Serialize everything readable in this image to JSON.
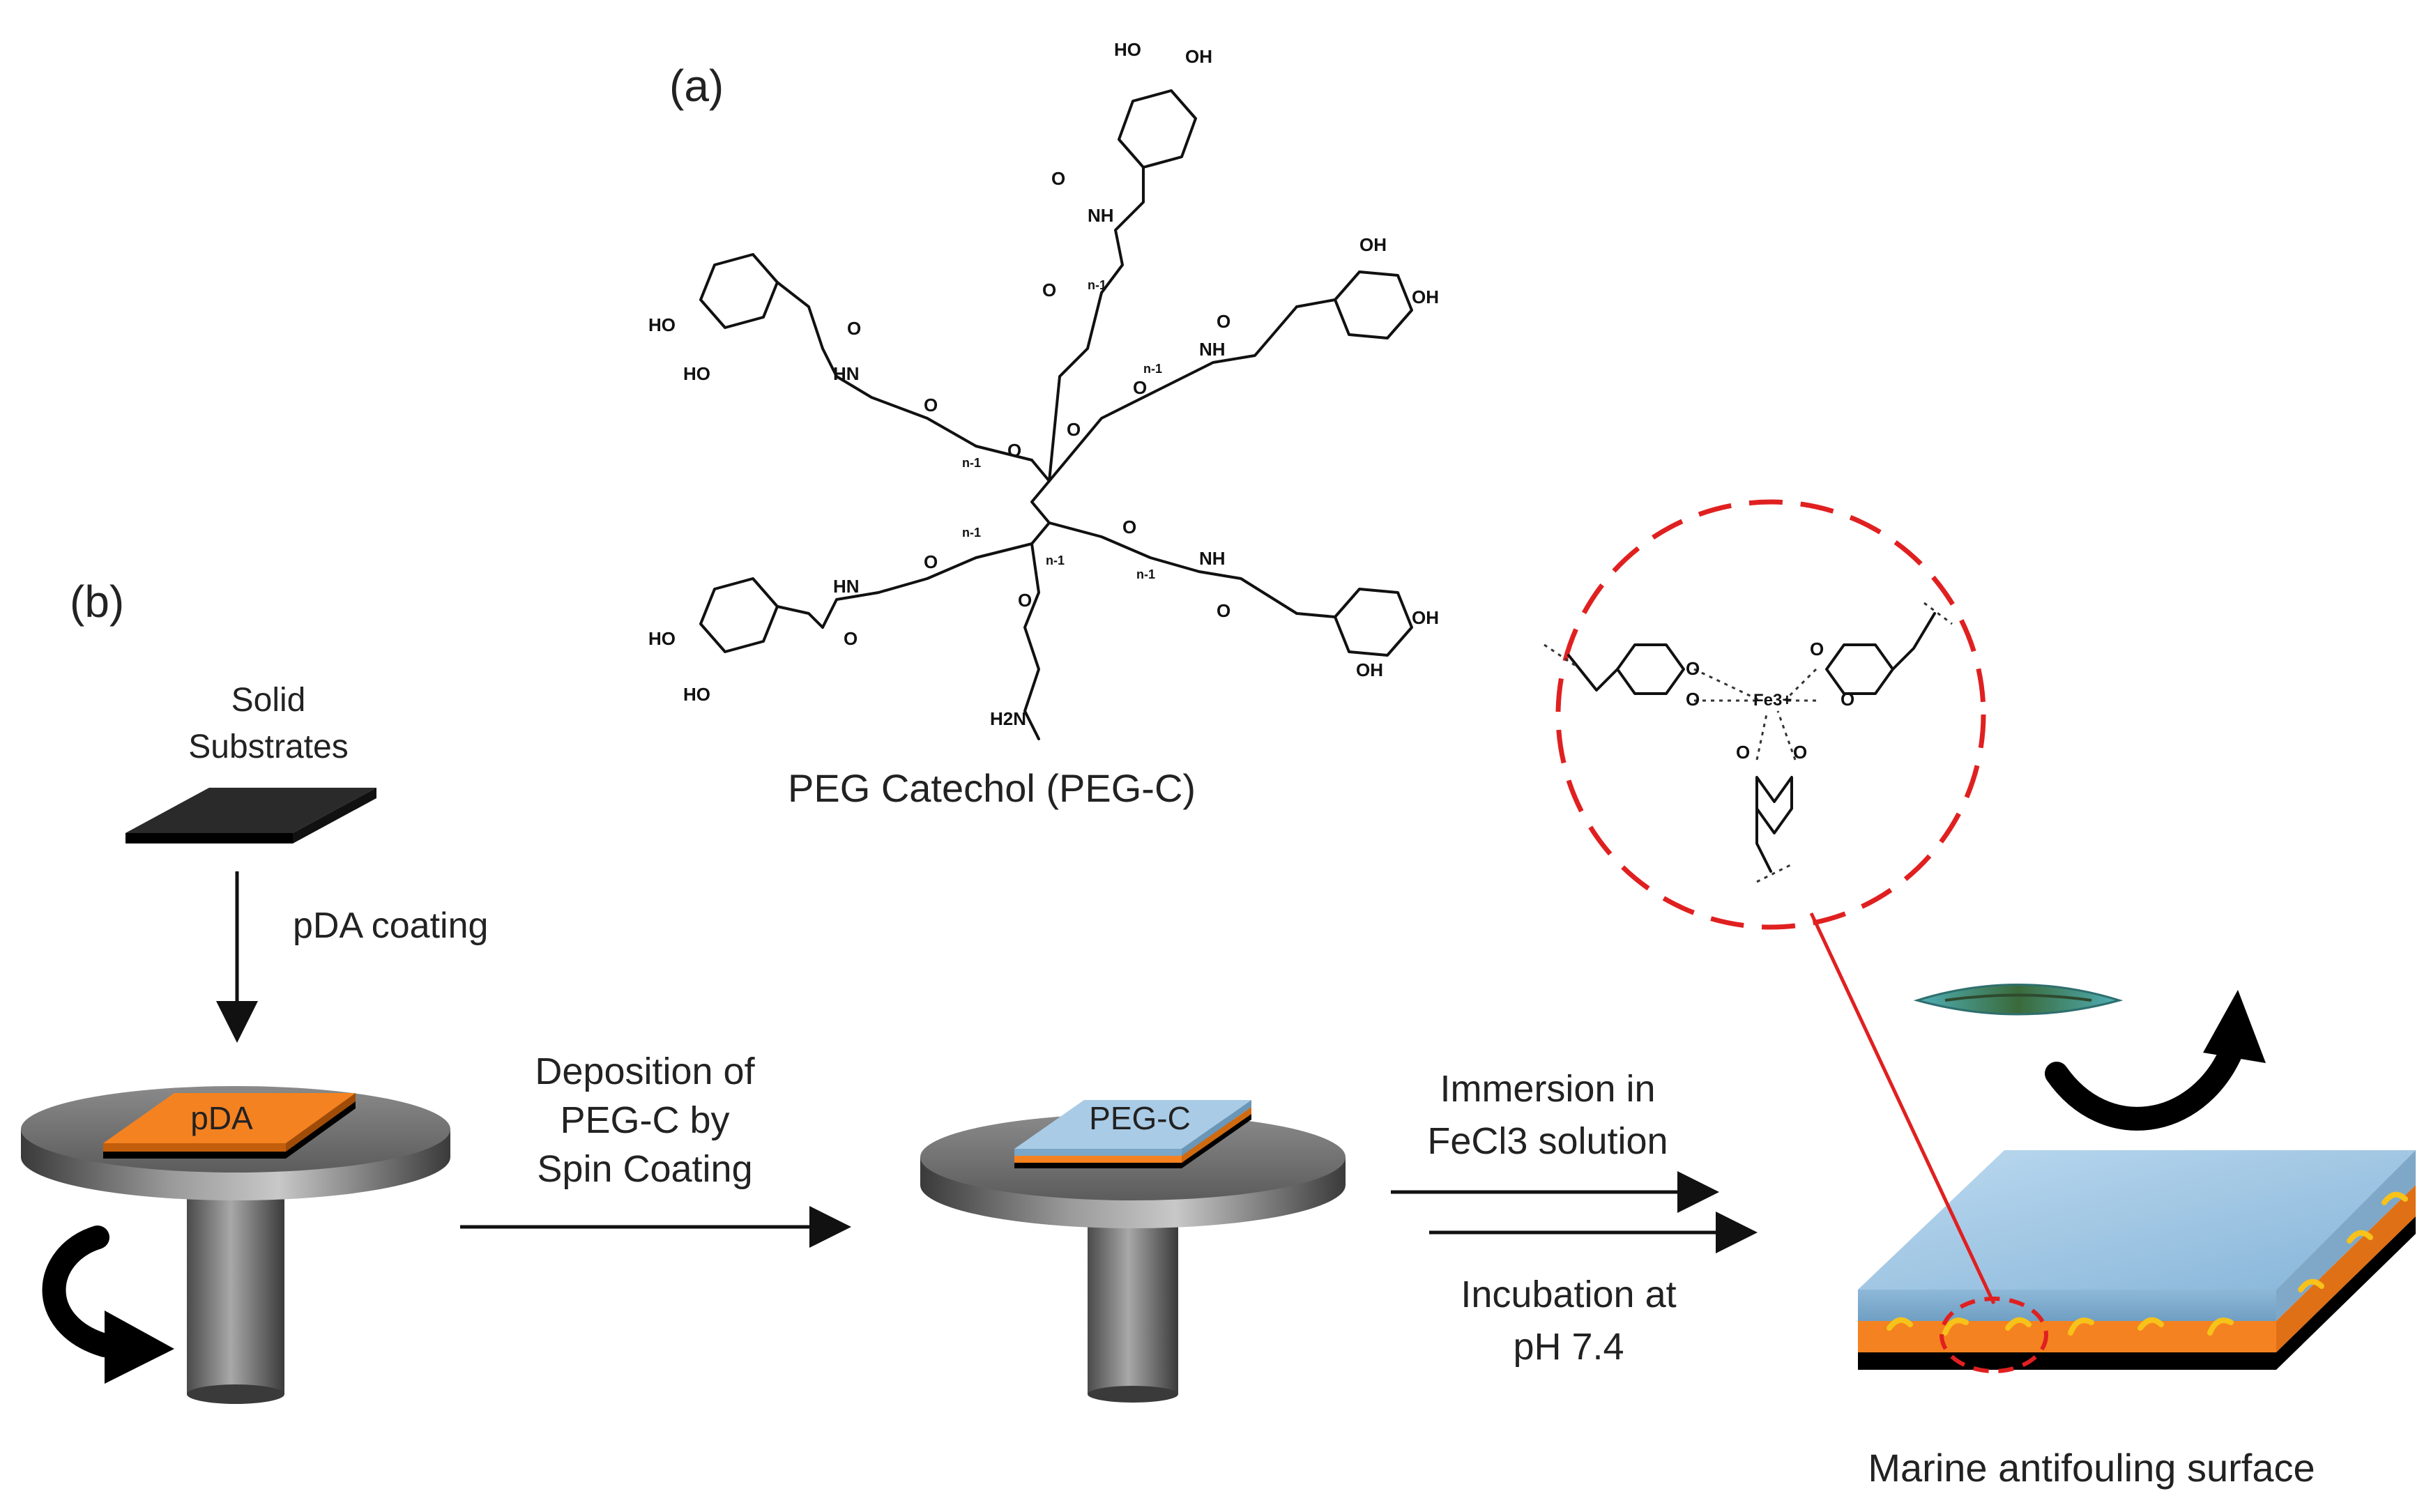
{
  "panel_a": {
    "label": "(a)",
    "caption": "PEG Catechol (PEG-C)",
    "chem_labels": {
      "ho": "HO",
      "oh": "OH",
      "o": "O",
      "nh": "NH",
      "hn": "HN",
      "h2n": "H2N",
      "n1": "n-1",
      "fe": "Fe3+"
    }
  },
  "panel_b": {
    "label": "(b)",
    "substrate_label_line1": "Solid",
    "substrate_label_line2": "Substrates",
    "step1_label": "pDA coating",
    "pda_plate_label": "pDA",
    "step2_line1": "Deposition of",
    "step2_line2": "PEG-C by",
    "step2_line3": "Spin Coating",
    "pegc_plate_label": "PEG-C",
    "step3a_line1": "Immersion in",
    "step3a_line2": "FeCl3 solution",
    "step3b_line1": "Incubation at",
    "step3b_line2": "pH 7.4",
    "result_label": "Marine antifouling surface"
  },
  "colors": {
    "pda_orange": "#f58220",
    "pegc_blue": "#9fc6e4",
    "substrate_black": "#1a1a1a",
    "zoom_red": "#e02020",
    "arrow_black": "#111111"
  }
}
